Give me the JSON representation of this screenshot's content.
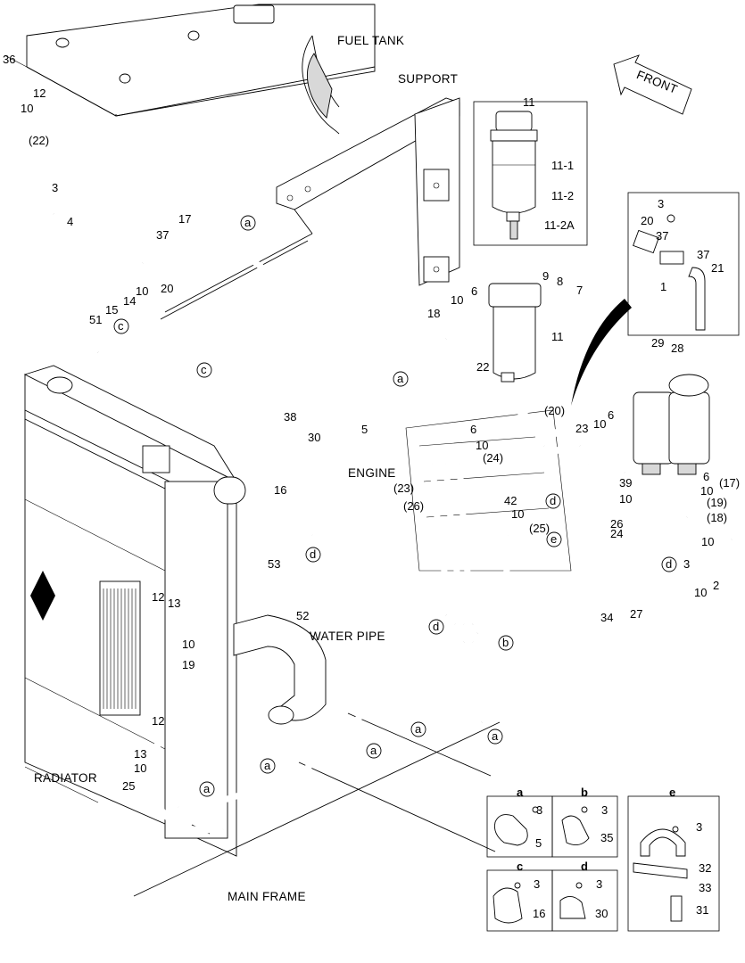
{
  "labels": {
    "fuel_tank": "FUEL TANK",
    "support": "SUPPORT",
    "front": "FRONT",
    "engine": "ENGINE",
    "water_pipe": "WATER PIPE",
    "radiator": "RADIATOR",
    "main_frame": "MAIN FRAME"
  },
  "callouts": [
    {
      "text": "36"
    },
    {
      "text": "12"
    },
    {
      "text": "10"
    },
    {
      "text": "(22)"
    },
    {
      "text": "3"
    },
    {
      "text": "4"
    },
    {
      "text": "17"
    },
    {
      "text": "37"
    },
    {
      "text": "20"
    },
    {
      "text": "10"
    },
    {
      "text": "14"
    },
    {
      "text": "15"
    },
    {
      "text": "51"
    },
    {
      "text": "11"
    },
    {
      "text": "11-1"
    },
    {
      "text": "11-2"
    },
    {
      "text": "11-2A"
    },
    {
      "text": "9"
    },
    {
      "text": "8"
    },
    {
      "text": "7"
    },
    {
      "text": "6"
    },
    {
      "text": "10"
    },
    {
      "text": "18"
    },
    {
      "text": "11"
    },
    {
      "text": "22"
    },
    {
      "text": "3"
    },
    {
      "text": "20"
    },
    {
      "text": "37"
    },
    {
      "text": "37"
    },
    {
      "text": "21"
    },
    {
      "text": "1"
    },
    {
      "text": "29"
    },
    {
      "text": "28"
    },
    {
      "text": "(20)"
    },
    {
      "text": "23"
    },
    {
      "text": "10"
    },
    {
      "text": "6"
    },
    {
      "text": "38"
    },
    {
      "text": "30"
    },
    {
      "text": "5"
    },
    {
      "text": "16"
    },
    {
      "text": "6"
    },
    {
      "text": "10"
    },
    {
      "text": "(24)"
    },
    {
      "text": "(23)"
    },
    {
      "text": "(26)"
    },
    {
      "text": "42"
    },
    {
      "text": "10"
    },
    {
      "text": "(25)"
    },
    {
      "text": "6"
    },
    {
      "text": "10"
    },
    {
      "text": "(17)"
    },
    {
      "text": "39"
    },
    {
      "text": "10"
    },
    {
      "text": "(19)"
    },
    {
      "text": "(18)"
    },
    {
      "text": "26"
    },
    {
      "text": "24"
    },
    {
      "text": "10"
    },
    {
      "text": "3"
    },
    {
      "text": "2"
    },
    {
      "text": "10"
    },
    {
      "text": "53"
    },
    {
      "text": "34"
    },
    {
      "text": "27"
    },
    {
      "text": "12"
    },
    {
      "text": "13"
    },
    {
      "text": "52"
    },
    {
      "text": "10"
    },
    {
      "text": "19"
    },
    {
      "text": "12"
    },
    {
      "text": "13"
    },
    {
      "text": "10"
    },
    {
      "text": "25"
    }
  ],
  "clamp_refs": [
    {
      "text": "a"
    },
    {
      "text": "c"
    },
    {
      "text": "c"
    },
    {
      "text": "a"
    },
    {
      "text": "d"
    },
    {
      "text": "d"
    },
    {
      "text": "d"
    },
    {
      "text": "e"
    },
    {
      "text": "d"
    },
    {
      "text": "b"
    },
    {
      "text": "a"
    },
    {
      "text": "a"
    },
    {
      "text": "a"
    },
    {
      "text": "a"
    },
    {
      "text": "a"
    }
  ],
  "detail_boxes": [
    {
      "id": "a",
      "parts": [
        "3",
        "5"
      ]
    },
    {
      "id": "b",
      "parts": [
        "3",
        "35"
      ]
    },
    {
      "id": "c",
      "parts": [
        "3",
        "16"
      ]
    },
    {
      "id": "d",
      "parts": [
        "3",
        "30"
      ]
    },
    {
      "id": "e",
      "parts": [
        "3",
        "32",
        "33",
        "31"
      ]
    }
  ]
}
